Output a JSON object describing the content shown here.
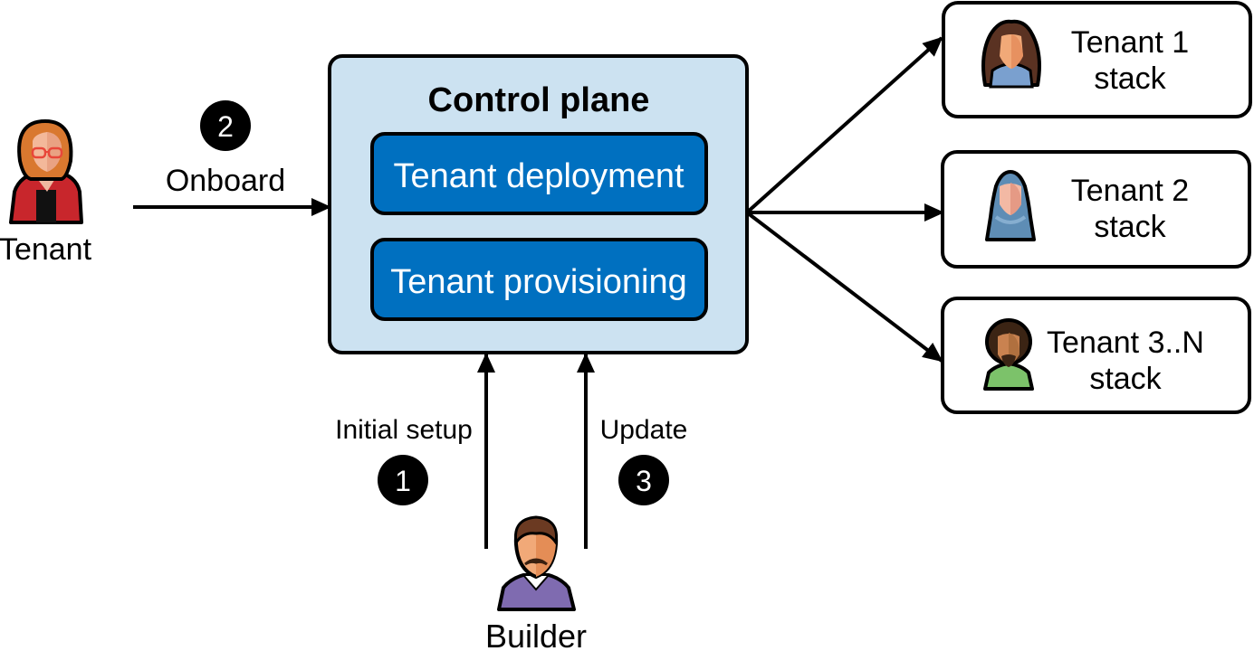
{
  "actors": {
    "tenant": {
      "label": "Tenant",
      "icon": "woman-with-glasses-icon"
    },
    "builder": {
      "label": "Builder",
      "icon": "man-with-mustache-icon"
    }
  },
  "control_plane": {
    "title": "Control plane",
    "services": [
      {
        "label": "Tenant deployment"
      },
      {
        "label": "Tenant provisioning"
      }
    ]
  },
  "steps": [
    {
      "number": "1",
      "label": "Initial setup"
    },
    {
      "number": "2",
      "label": "Onboard"
    },
    {
      "number": "3",
      "label": "Update"
    }
  ],
  "tenant_stacks": [
    {
      "line1": "Tenant 1",
      "line2": "stack",
      "icon": "woman-long-hair-icon"
    },
    {
      "line1": "Tenant 2",
      "line2": "stack",
      "icon": "woman-hijab-icon"
    },
    {
      "line1": "Tenant 3..N",
      "line2": "stack",
      "icon": "man-afro-icon"
    }
  ],
  "colors": {
    "control_plane_fill": "#cce2f1",
    "service_fill": "#0070c0",
    "stroke": "#000000"
  }
}
